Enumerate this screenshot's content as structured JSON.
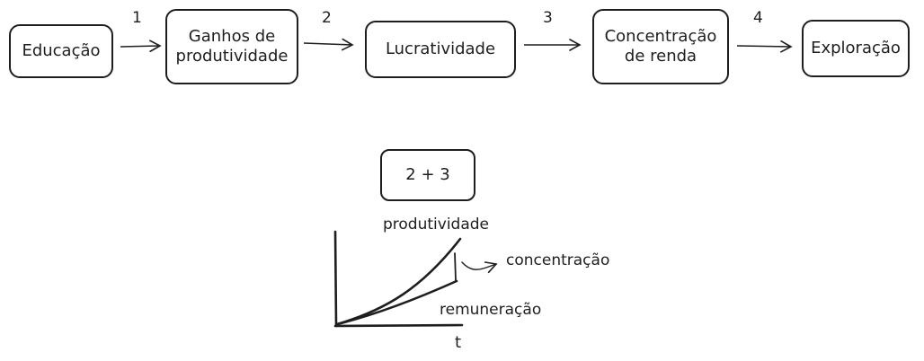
{
  "flow": {
    "nodes": [
      {
        "line1": "Educação",
        "line2": ""
      },
      {
        "line1": "Ganhos de",
        "line2": "produtividade"
      },
      {
        "line1": "Lucratividade",
        "line2": ""
      },
      {
        "line1": "Concentração",
        "line2": "de renda"
      },
      {
        "line1": "Exploração",
        "line2": ""
      }
    ],
    "steps": [
      "1",
      "2",
      "3",
      "4"
    ]
  },
  "formula": {
    "text": "2 + 3"
  },
  "sketch": {
    "labels": {
      "top_curve": "produtividade",
      "bottom_curve": "remuneração",
      "gap": "concentração",
      "x_axis": "t"
    }
  }
}
